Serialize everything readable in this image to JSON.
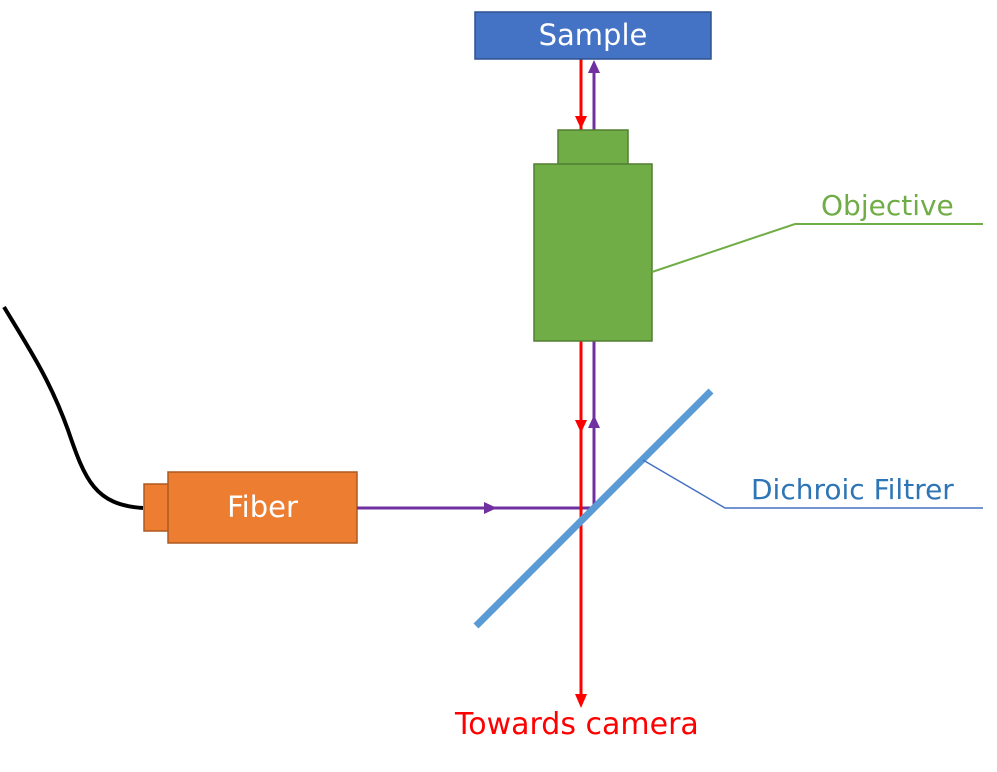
{
  "labels": {
    "sample": "Sample",
    "fiber": "Fiber",
    "objective": "Objective",
    "dichroic": "Dichroic Filtrer",
    "camera": "Towards camera"
  },
  "colors": {
    "sample_fill": "#4472C4",
    "sample_text": "#FFFFFF",
    "objective_fill": "#70AD47",
    "objective_text": "#70AD47",
    "fiber_fill": "#ED7D31",
    "fiber_text": "#FFFFFF",
    "dichroic": "#5B9BD5",
    "dichroic_text": "#2E75B6",
    "red_beam": "#FF0000",
    "purple_beam": "#7030A0",
    "cable": "#000000"
  }
}
